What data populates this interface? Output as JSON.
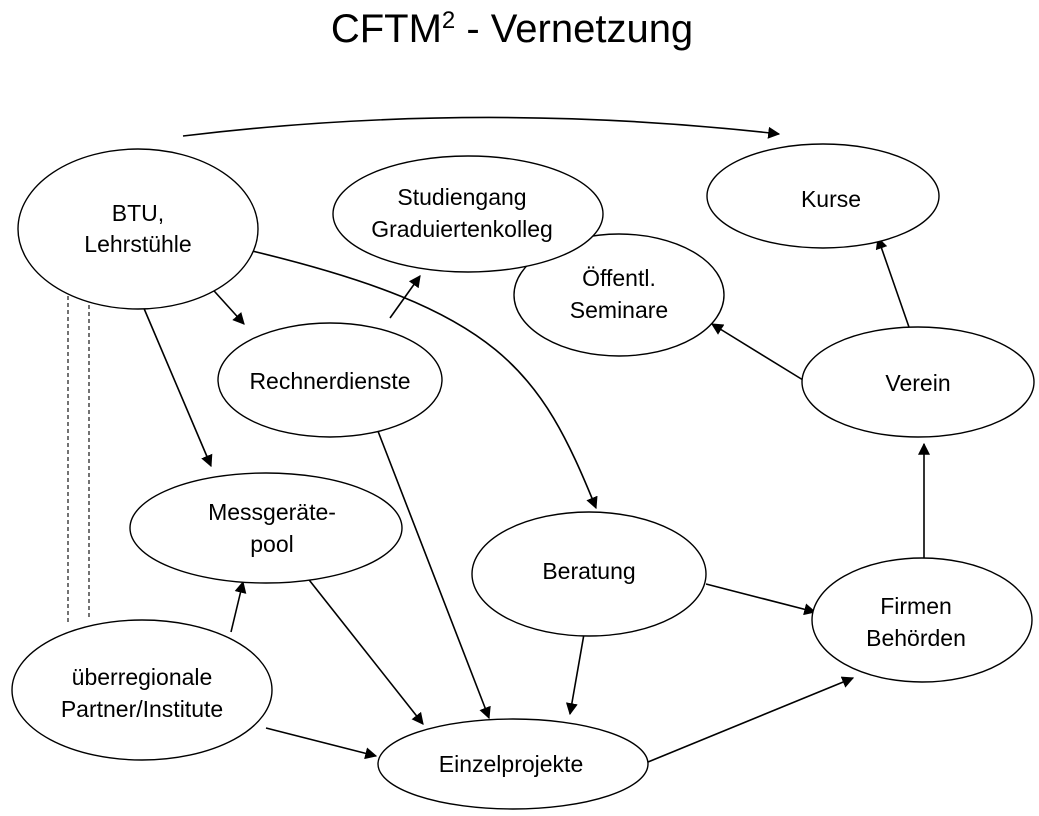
{
  "title": {
    "main": "CFTM",
    "superscript": "2",
    "suffix": " - Vernetzung"
  },
  "nodes": {
    "btu": {
      "line1": "BTU,",
      "line2": "Lehrstühle"
    },
    "studiengang": {
      "line1": "Studiengang",
      "line2": "Graduiertenkolleg"
    },
    "kurse": {
      "line1": "Kurse"
    },
    "seminare": {
      "line1": "Öffentl.",
      "line2": "Seminare"
    },
    "rechnerdienste": {
      "line1": "Rechnerdienste"
    },
    "verein": {
      "line1": "Verein"
    },
    "messgeraete": {
      "line1": "Messgeräte-",
      "line2": "pool"
    },
    "beratung": {
      "line1": "Beratung"
    },
    "firmen": {
      "line1": "Firmen",
      "line2": "Behörden"
    },
    "partner": {
      "line1": "überregionale",
      "line2": "Partner/Institute"
    },
    "einzelprojekte": {
      "line1": "Einzelprojekte"
    }
  }
}
